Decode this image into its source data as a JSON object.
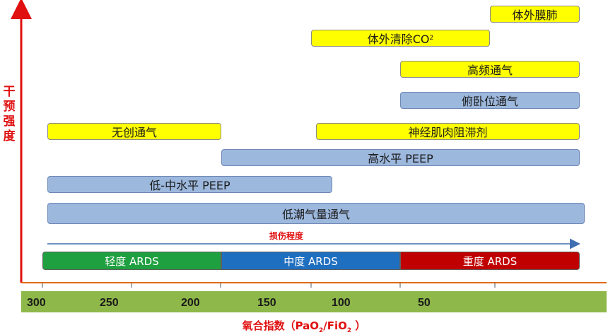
{
  "y_axis": {
    "label": "干预强度"
  },
  "interventions": [
    {
      "label": "体外膜肺",
      "color": "yellow"
    },
    {
      "label": "体外清除CO",
      "subscript": "2",
      "color": "yellow"
    },
    {
      "label": "高频通气",
      "color": "yellow"
    },
    {
      "label": "俯卧位通气",
      "color": "blue"
    },
    {
      "label": "无创通气",
      "color": "yellow"
    },
    {
      "label": "神经肌肉阻滞剂",
      "color": "yellow"
    },
    {
      "label": "高水平 PEEP",
      "color": "blue"
    },
    {
      "label": "低-中水平 PEEP",
      "color": "blue"
    },
    {
      "label": "低潮气量通气",
      "color": "blue"
    }
  ],
  "injury_arrow": {
    "label": "损伤程度"
  },
  "severity": [
    {
      "label": "轻度 ARDS",
      "color": "#1fa040"
    },
    {
      "label": "中度 ARDS",
      "color": "#1f6fc0"
    },
    {
      "label": "重度 ARDS",
      "color": "#c00000"
    }
  ],
  "x_axis": {
    "ticks": [
      "300",
      "250",
      "200",
      "150",
      "100",
      "50"
    ],
    "label": "氧合指数（PaO",
    "label_sub1": "2",
    "label_mid": "/FiO",
    "label_sub2": "2",
    "label_end": " ）"
  }
}
